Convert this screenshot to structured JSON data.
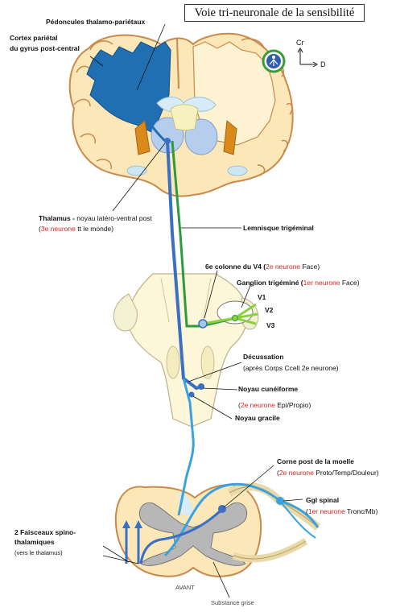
{
  "title": "Voie tri-neuronale de la sensibilité",
  "orientation": {
    "up": "Cr",
    "right": "D"
  },
  "labels": {
    "pedoncules": "Pédoncules thalamo-pariétaux",
    "cortex_line1": "Cortex pariétal",
    "cortex_line2": "du gyrus post-central",
    "thalamus_name": "Thalamus -",
    "thalamus_detail": " noyau latéro-ventral post",
    "thalamus_neuron": "3e neurone",
    "thalamus_scope": " tt le monde)",
    "lemnisque": "Lemnisque trigéminal",
    "colonne_v4": "6e colonne du V4 (",
    "colonne_neuron": "2e neurone",
    "colonne_scope": " Face)",
    "ganglion": "Ganglion trigéminé (",
    "ganglion_neuron": "1er neurone",
    "ganglion_scope": " Face)",
    "v1": "V1",
    "v2": "V2",
    "v3": "V3",
    "decussation": "Décussation",
    "decussation_detail": "(après Corps Ccell 2e neurone)",
    "cuneiforme": "Noyau cunéiforme",
    "cuneiforme_detail_neuron": "2e neurone",
    "cuneiforme_detail_scope": " Epi/Propio)",
    "gracile": "Noyau gracile",
    "corne": "Corne post de la moelle",
    "corne_neuron": "2e neurone",
    "corne_scope": " Proto/Temp/Douleur)",
    "ggl_spinal": "Ggl spinal",
    "ggl_neuron": "1er neurone",
    "ggl_scope": " Tronc/Mb)",
    "faisceaux_line1": "2 Faisceaux spino-",
    "faisceaux_line2": "thalamiques",
    "faisceaux_detail": "(vers le thalamus)",
    "avant": "AVANT",
    "substance_grise": "Substance grise"
  },
  "colors": {
    "cortex_blue": "#1f6fb2",
    "pathway_dark_blue": "#3a6fc4",
    "pathway_light_blue": "#3aa2e0",
    "trigeminal_green": "#2e9a3e",
    "tissue_beige": "#fbe7b8",
    "red_text": "#d9261c"
  }
}
